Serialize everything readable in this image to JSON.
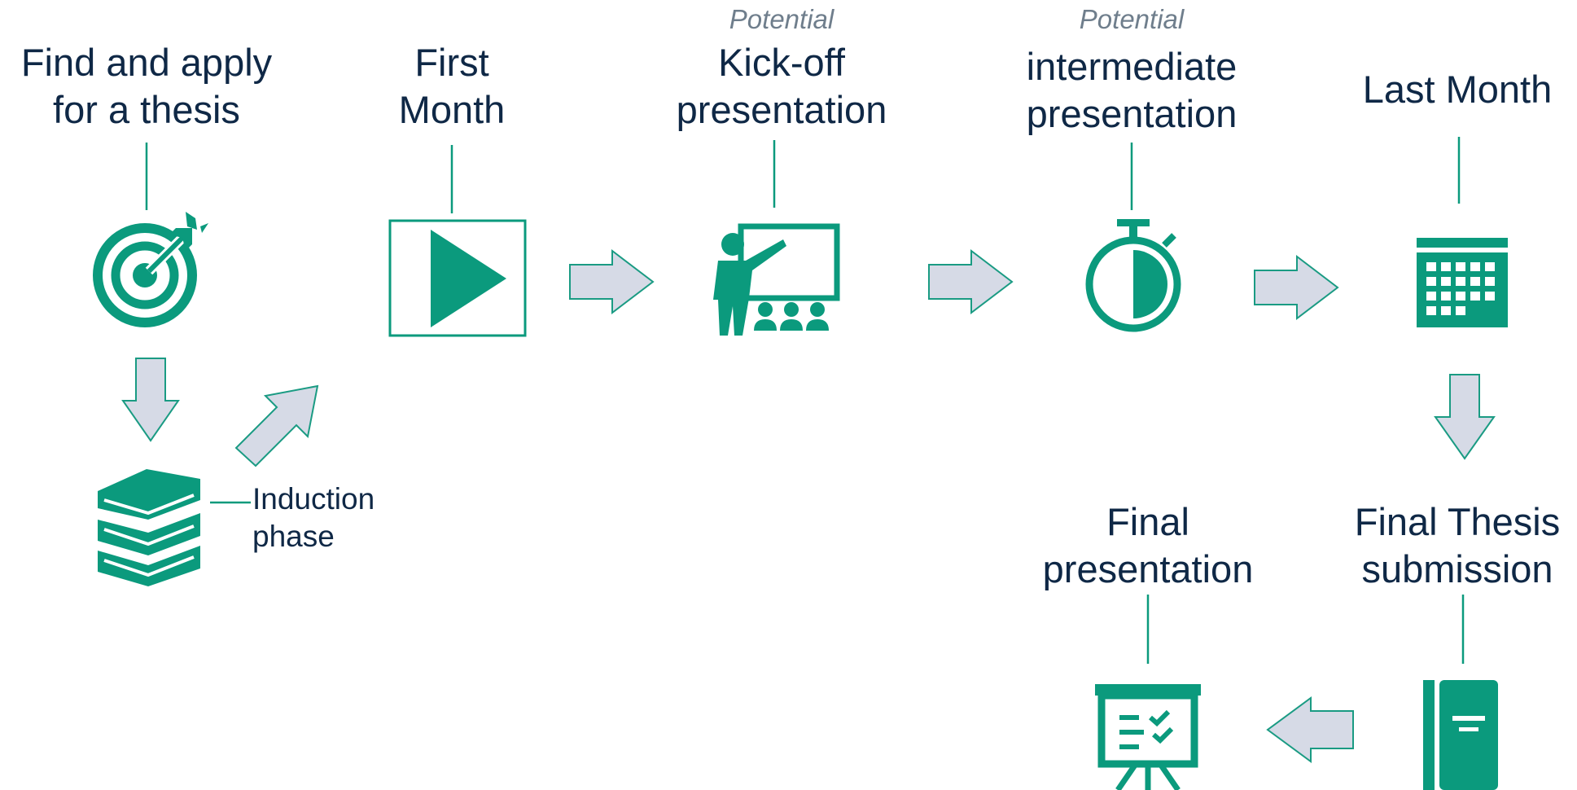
{
  "colors": {
    "teal": "#0b9a7d",
    "arrow_fill": "#d6dae6",
    "arrow_stroke": "#1a9b83",
    "text": "#0f2846",
    "muted": "#6f7e8c"
  },
  "steps": [
    {
      "id": "find-apply",
      "label": "Find and apply\nfor a thesis",
      "icon": "target-icon"
    },
    {
      "id": "induction",
      "label": "Induction\nphase",
      "icon": "books-icon"
    },
    {
      "id": "first-month",
      "label": "First\nMonth",
      "icon": "play-icon"
    },
    {
      "id": "kickoff",
      "note": "Potential",
      "label": "Kick-off\npresentation",
      "icon": "presenter-icon"
    },
    {
      "id": "intermediate",
      "note": "Potential",
      "label": "intermediate\npresentation",
      "icon": "stopwatch-icon"
    },
    {
      "id": "last-month",
      "label": "Last Month",
      "icon": "calendar-icon"
    },
    {
      "id": "submission",
      "label": "Final Thesis\nsubmission",
      "icon": "thesis-book-icon"
    },
    {
      "id": "final-presentation",
      "label": "Final\npresentation",
      "icon": "flipchart-icon"
    }
  ]
}
